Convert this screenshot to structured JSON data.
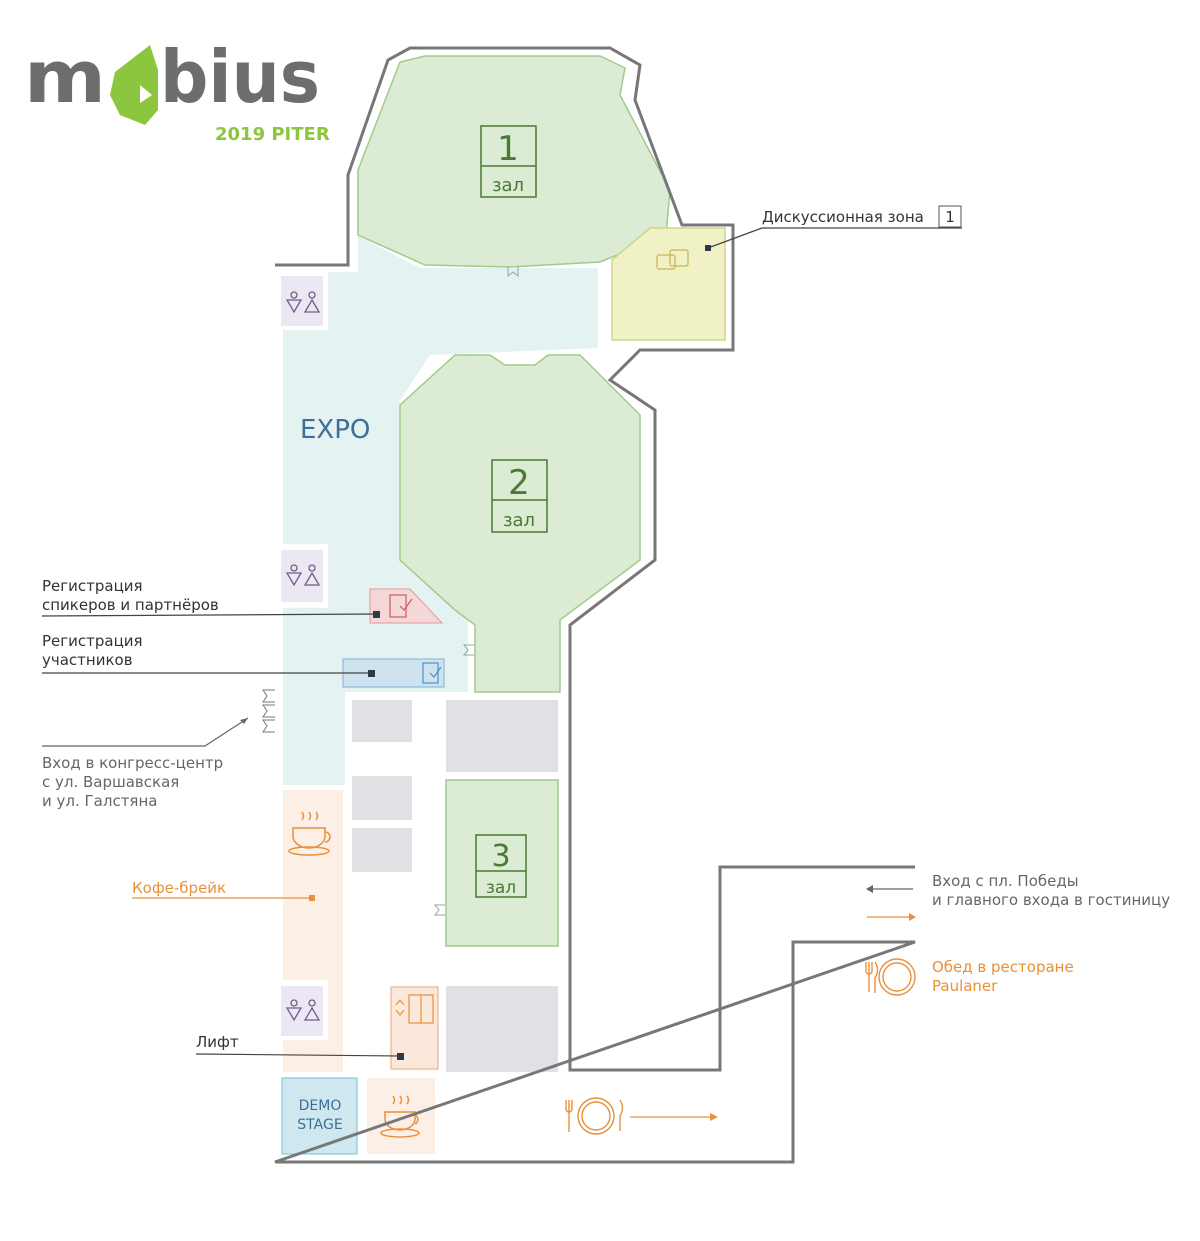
{
  "logo": {
    "brand": "mobius",
    "subtitle": "2019 PITER"
  },
  "halls": [
    {
      "number": "1",
      "label": "зал"
    },
    {
      "number": "2",
      "label": "зал"
    },
    {
      "number": "3",
      "label": "зал"
    }
  ],
  "expo": {
    "label": "EXPO"
  },
  "demo_stage": {
    "line1": "DEMO",
    "line2": "STAGE"
  },
  "legend": {
    "discussion_zone": {
      "label": "Дискуссионная зона",
      "number": "1"
    },
    "speaker_registration": {
      "line1": "Регистрация",
      "line2": "спикеров и партнёров"
    },
    "attendee_registration": {
      "line1": "Регистрация",
      "line2": "участников"
    },
    "congress_entrance": {
      "line1": "Вход в конгресс-центр",
      "line2": "с ул. Варшавская",
      "line3": "и ул. Галстяна"
    },
    "coffee_break": {
      "label": "Кофе-брейк"
    },
    "elevator": {
      "label": "Лифт"
    },
    "victory_entrance": {
      "line1": "Вход с пл. Победы",
      "line2": "и главного входа в гостиницу"
    },
    "lunch": {
      "line1": "Обед в ресторане",
      "line2": "Paulaner"
    }
  },
  "colors": {
    "hall": "#dcebd3",
    "hall_stroke": "#9fcb8c",
    "expo": "#e4f2f1",
    "discussion": "#f0f2c5",
    "coffee": "#fcefe6",
    "orange": "#e8903a",
    "brand_green": "#8cc63f",
    "brand_gray": "#6d6d6d"
  }
}
